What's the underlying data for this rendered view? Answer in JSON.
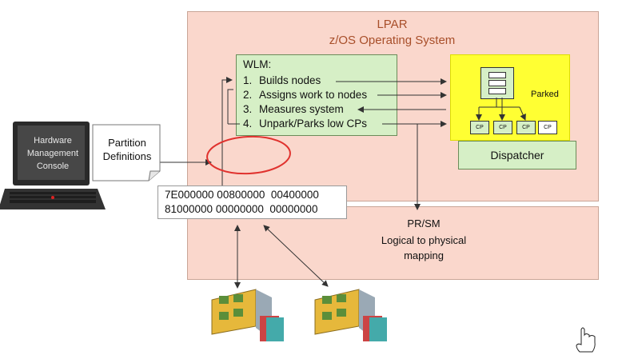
{
  "lpar": {
    "title": "LPAR",
    "os_title": "z/OS Operating System"
  },
  "wlm": {
    "heading": "WLM:",
    "items": [
      {
        "num": "1.",
        "label": "Builds nodes"
      },
      {
        "num": "2.",
        "label": "Assigns work to nodes"
      },
      {
        "num": "3.",
        "label": "Measures system"
      },
      {
        "num": "4.",
        "label": "Unpark/Parks low CPs"
      }
    ]
  },
  "dispatcher": {
    "label": "Dispatcher",
    "parked_label": "Parked",
    "cps": [
      {
        "label": "CP",
        "state": "active"
      },
      {
        "label": "CP",
        "state": "active"
      },
      {
        "label": "CP",
        "state": "active"
      },
      {
        "label": "CP",
        "state": "parked"
      }
    ]
  },
  "prsm": {
    "title": "PR/SM",
    "subtitle_line1": "Logical to physical",
    "subtitle_line2": "mapping"
  },
  "hex": {
    "line1": "7E000000 00800000  00400000",
    "line2": "81000000 00000000  00000000"
  },
  "partition_definitions": {
    "line1": "Partition",
    "line2": "Definitions"
  },
  "hmc": {
    "line1": "Hardware",
    "line2": "Management",
    "line3": "Console"
  },
  "colors": {
    "lpar_fill": "#fad7cc",
    "wlm_fill": "#d6efc6",
    "dispatch_highlight": "#ffff33",
    "annotation_circle": "#e0322e",
    "title_text": "#a84f2a"
  },
  "icons": {
    "laptop": "laptop-icon",
    "document": "document-icon",
    "hardware_board": "processor-drawer-icon",
    "cursor": "hand-pointer-icon"
  }
}
